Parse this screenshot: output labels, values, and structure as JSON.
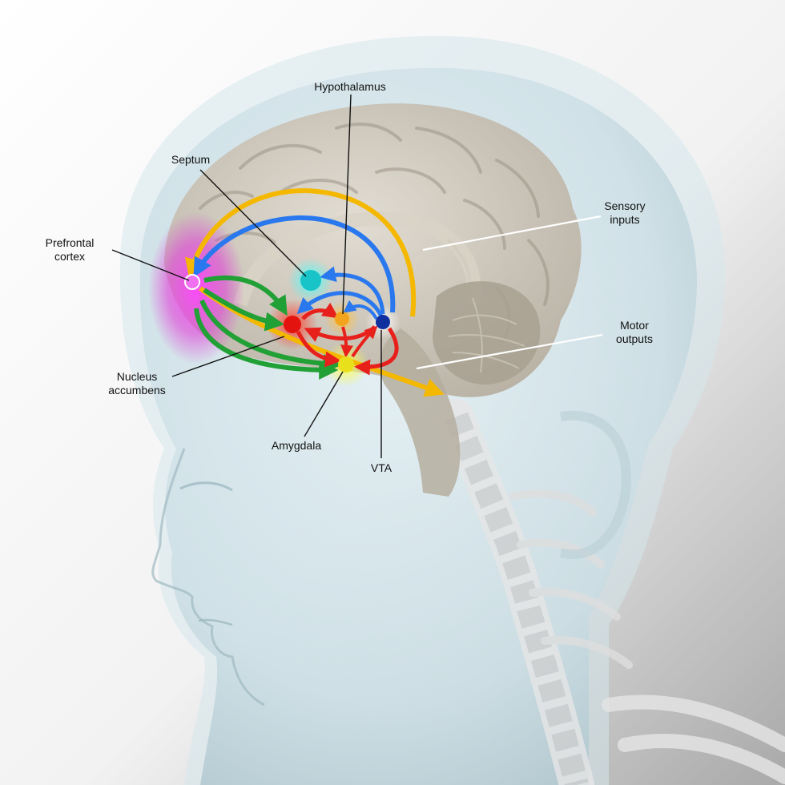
{
  "labels": {
    "hypothalamus": "Hypothalamus",
    "septum": "Septum",
    "prefrontal_cortex": "Prefrontal\ncortex",
    "nucleus_accumbens": "Nucleus\naccumbens",
    "amygdala": "Amygdala",
    "vta": "VTA",
    "sensory_inputs": "Sensory\ninputs",
    "motor_outputs": "Motor\noutputs"
  },
  "colors": {
    "prefrontal_cortex": "#e040d8",
    "septum": "#19c4c8",
    "hypothalamus": "#f2a41c",
    "nucleus_accumbens": "#e3140f",
    "amygdala": "#e8e01a",
    "vta": "#1030a0",
    "yellow_pathway": "#f5b800",
    "blue_pathway": "#2a78ee",
    "green_pathway": "#21a035",
    "red_pathway": "#e8201c"
  }
}
